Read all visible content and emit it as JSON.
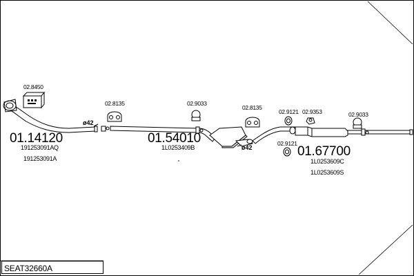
{
  "assembly_code": "SEAT32660A",
  "main_parts": [
    {
      "number": "01.14120",
      "oe": [
        "191253091AQ",
        "191253091A"
      ]
    },
    {
      "number": "01.54010",
      "oe": [
        "1L0253409B"
      ]
    },
    {
      "number": "01.67700",
      "oe": [
        "1L0253609C",
        "1L0253609S"
      ]
    }
  ],
  "small_parts": {
    "mount_kit": "02.8450",
    "hanger_1": "02.8135",
    "clamp_1": "02.9033",
    "hanger_2": "02.8135",
    "ring_1": "02.9121",
    "hanger_3": "02.9353",
    "clamp_2": "02.9033",
    "ring_2": "02.9121"
  },
  "diameters": {
    "front": "ø42",
    "middle": "ø42"
  }
}
